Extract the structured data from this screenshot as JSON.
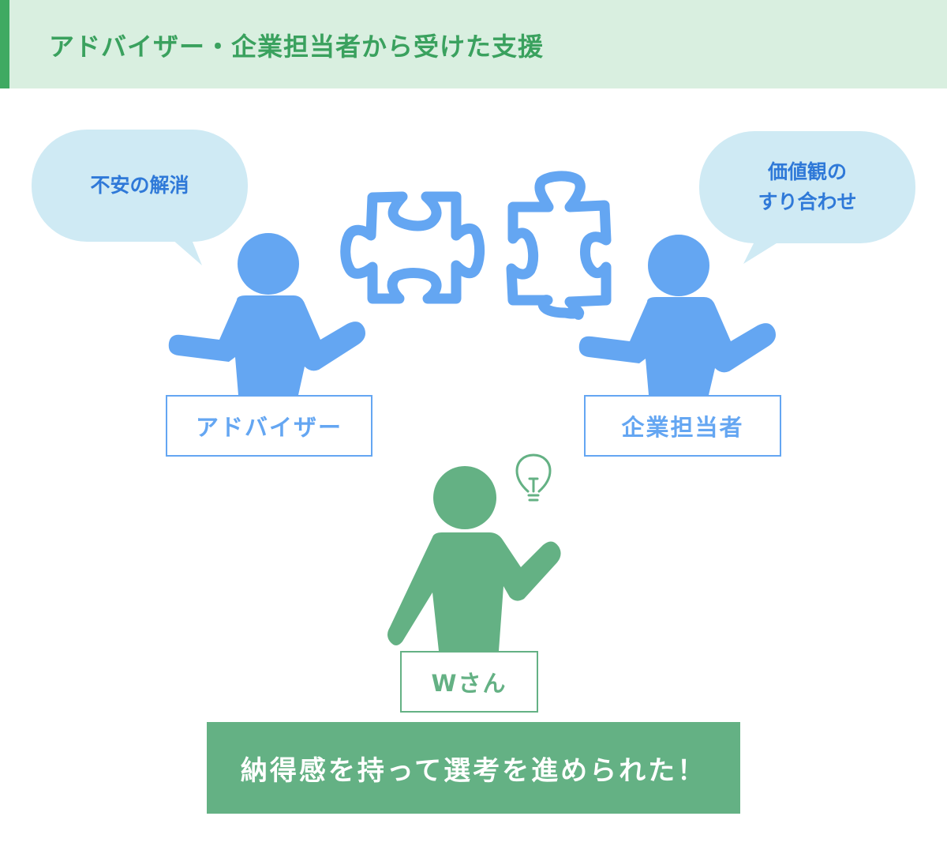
{
  "header": {
    "title": "アドバイザー・企業担当者から受けた支援"
  },
  "bubbles": {
    "left": {
      "text": "不安の解消"
    },
    "right": {
      "line1": "価値観の",
      "line2": "すり合わせ"
    }
  },
  "people": {
    "adviser": {
      "label": "アドバイザー",
      "color": "#64a6f2"
    },
    "company": {
      "label": "企業担当者",
      "color": "#64a6f2"
    },
    "candidate": {
      "label": "Wさん",
      "color": "#64b184"
    }
  },
  "icons": {
    "puzzle_left": "puzzle-piece-icon",
    "puzzle_right": "puzzle-piece-icon",
    "lightbulb": "lightbulb-icon"
  },
  "result": {
    "text": "納得感を持って選考を進められた！"
  },
  "colors": {
    "accent_green": "#3faa62",
    "header_bg": "#d9efe0",
    "bubble_bg": "#cfeaf4",
    "bubble_text": "#2f79d8",
    "blue_figure": "#64a6f2",
    "green_figure": "#64b184"
  }
}
